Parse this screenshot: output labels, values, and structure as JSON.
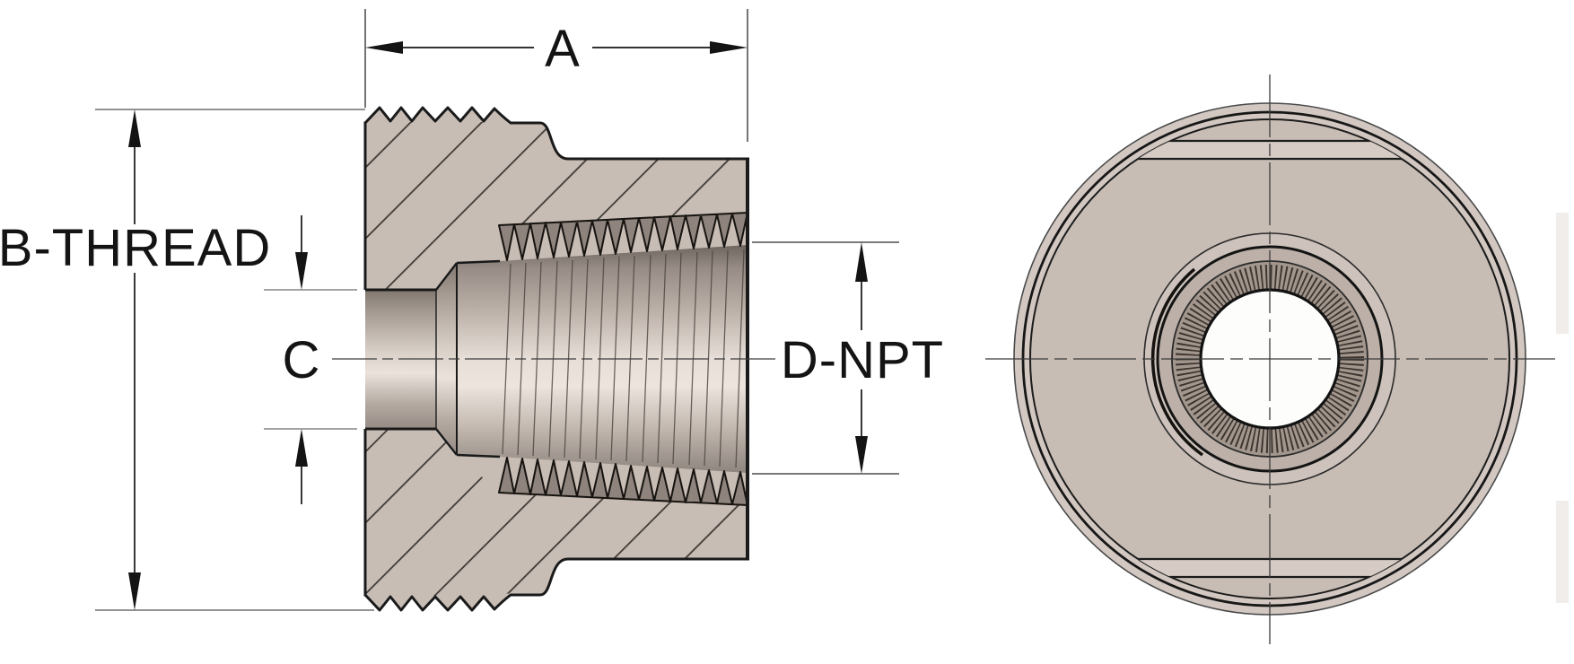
{
  "drawing": {
    "labels": {
      "dim_a": "A",
      "dim_b": "B-THREAD",
      "dim_c": "C",
      "dim_d": "D-NPT"
    },
    "colors": {
      "background": "#ffffff",
      "body": "#c8bdb5",
      "body_light": "#d2c8c1",
      "flat_band": "#d6ccc5",
      "outline": "#1a1a1a",
      "hatch_line": "#3b3733",
      "extension_line": "#6e6e6e",
      "thread_dark": "#8e847d",
      "boss_outer": "#cdc3bc",
      "boss_mid": "#bcb0a8",
      "boss_inner": "#a2968d",
      "hole": "#fdfdfc"
    }
  }
}
